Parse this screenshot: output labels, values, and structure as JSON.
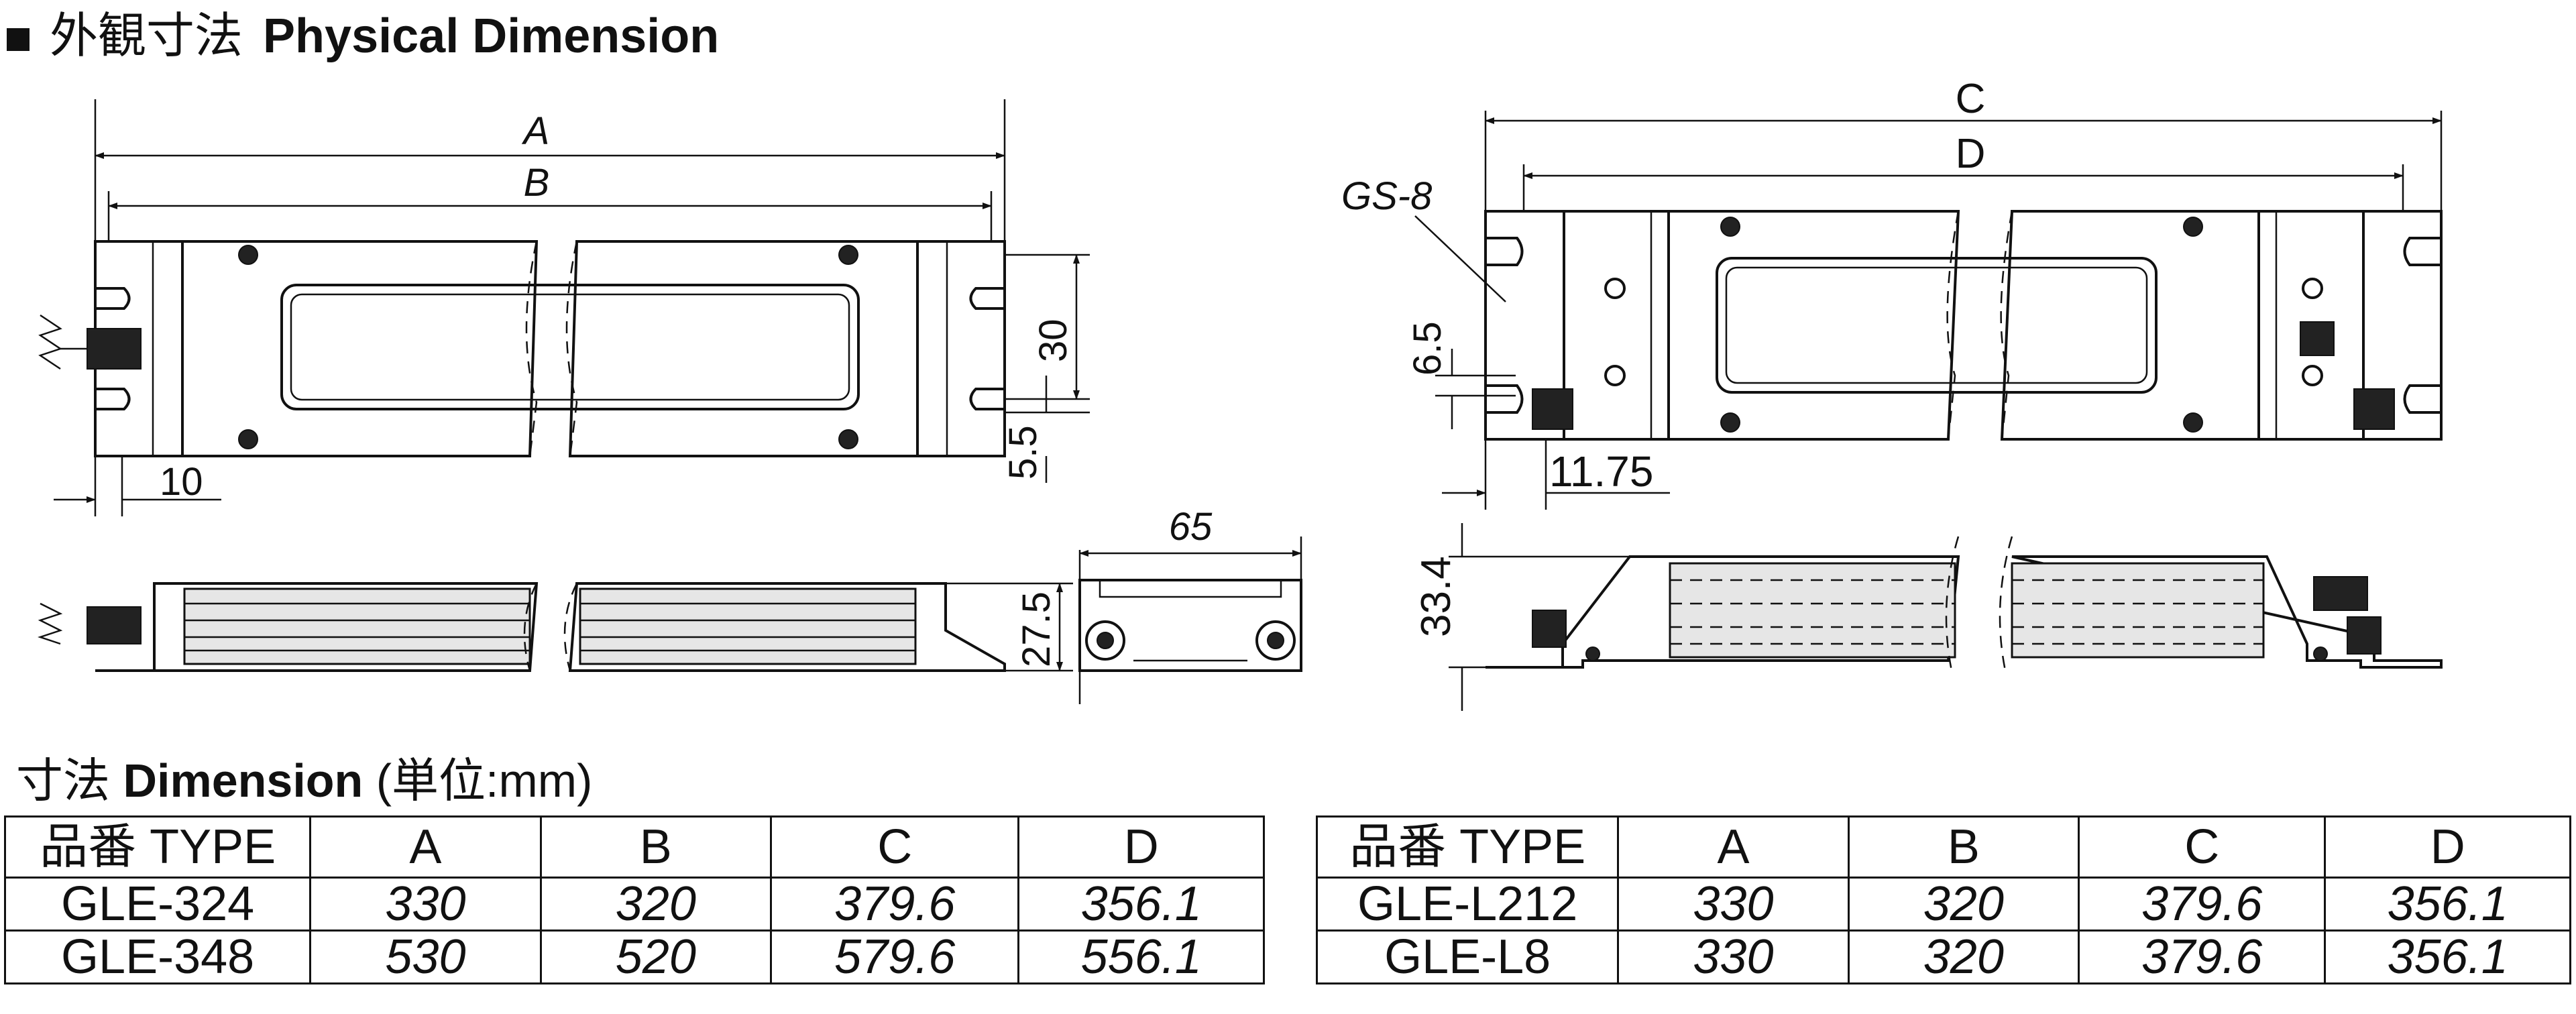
{
  "header": {
    "jp": "外観寸法",
    "en": "Physical Dimension"
  },
  "drawing_labels": {
    "A": "A",
    "B": "B",
    "C": "C",
    "D": "D",
    "gs8": "GS-8",
    "d10": "10",
    "d30": "30",
    "d55": "5.5",
    "d65": "65",
    "d275": "27.5",
    "d6_5": "6.5",
    "d1175": "11.75",
    "d334": "33.4"
  },
  "dimension_section": {
    "jp": "寸法",
    "en": "Dimension",
    "unit": "(単位:mm)"
  },
  "table_left": {
    "headers": [
      "品番 TYPE",
      "A",
      "B",
      "C",
      "D"
    ],
    "rows": [
      [
        "GLE-324",
        "330",
        "320",
        "379.6",
        "356.1"
      ],
      [
        "GLE-348",
        "530",
        "520",
        "579.6",
        "556.1"
      ]
    ]
  },
  "table_right": {
    "headers": [
      "品番 TYPE",
      "A",
      "B",
      "C",
      "D"
    ],
    "rows": [
      [
        "GLE-L212",
        "330",
        "320",
        "379.6",
        "356.1"
      ],
      [
        "GLE-L8",
        "330",
        "320",
        "379.6",
        "356.1"
      ]
    ]
  }
}
